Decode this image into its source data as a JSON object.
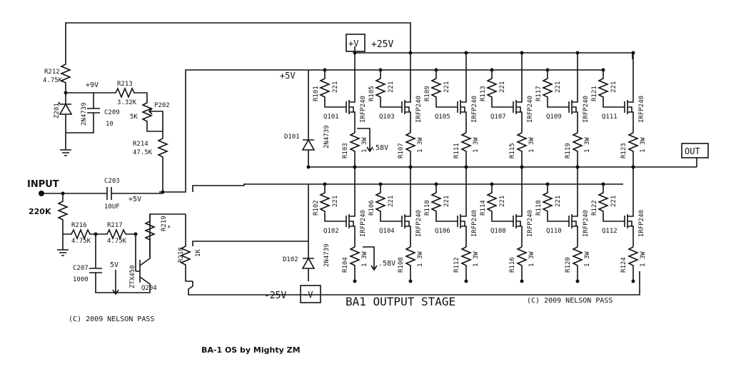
{
  "schematic": {
    "title": "BA1 OUTPUT STAGE",
    "caption": "BA-1 OS by Mighty ZM",
    "copyright_left": "(C) 2009 NELSON PASS",
    "copyright_right": "(C) 2009 NELSON PASS",
    "terminals": {
      "input": "INPUT",
      "out": "OUT",
      "pos_rail_box": "+V",
      "pos_rail_voltage": "+25V",
      "neg_rail_box": "-V",
      "neg_rail_voltage": "-25V"
    },
    "bias_network": [
      {
        "ref": "R212",
        "value": "4.75K"
      },
      {
        "ref": "Z201",
        "value": "2N4739"
      },
      {
        "ref": "C209",
        "value": "10"
      },
      {
        "ref": "R213",
        "value": "3.32K"
      },
      {
        "ref": "P202",
        "value": "5K"
      },
      {
        "ref": "R214",
        "value": "47.5K"
      },
      {
        "ref": "C203",
        "value": "10UF"
      },
      {
        "ref": "R216",
        "value": "4.75K"
      },
      {
        "ref": "R217",
        "value": "4.75K"
      },
      {
        "ref": "R219",
        "value": "*"
      },
      {
        "ref": "R218",
        "value": "1K"
      },
      {
        "ref": "C207",
        "value": "1000"
      },
      {
        "ref": "Q204",
        "value": "ZTX450"
      },
      {
        "ref": "D101",
        "value": "2N4739"
      },
      {
        "ref": "D102",
        "value": "2N4739"
      }
    ],
    "input_resistor": "220K",
    "node_labels": {
      "plus9v": "+9V",
      "plus5v_top": "+5V",
      "plus5v_mid": "+5V",
      "five_v_arrow": "5V",
      "v_top": ".58V",
      "v_bottom": ".58V"
    },
    "mosfet_type": "IRFP240",
    "upper_devices": [
      {
        "gate_r": "R101",
        "gate_r_value": "221",
        "fet": "Q101",
        "source_r": "R103",
        "source_r_value": "1 3W"
      },
      {
        "gate_r": "R105",
        "gate_r_value": "221",
        "fet": "Q103",
        "source_r": "R107",
        "source_r_value": "1 3W"
      },
      {
        "gate_r": "R109",
        "gate_r_value": "221",
        "fet": "Q105",
        "source_r": "R111",
        "source_r_value": "1 3W"
      },
      {
        "gate_r": "R113",
        "gate_r_value": "221",
        "fet": "Q107",
        "source_r": "R115",
        "source_r_value": "1 3W"
      },
      {
        "gate_r": "R117",
        "gate_r_value": "221",
        "fet": "Q109",
        "source_r": "R119",
        "source_r_value": "1 3W"
      },
      {
        "gate_r": "R121",
        "gate_r_value": "221",
        "fet": "Q111",
        "source_r": "R123",
        "source_r_value": "1 3W"
      }
    ],
    "lower_devices": [
      {
        "gate_r": "R102",
        "gate_r_value": "221",
        "fet": "Q102",
        "source_r": "R104",
        "source_r_value": "1 3W"
      },
      {
        "gate_r": "R106",
        "gate_r_value": "221",
        "fet": "Q104",
        "source_r": "R108",
        "source_r_value": "1 3W"
      },
      {
        "gate_r": "R110",
        "gate_r_value": "221",
        "fet": "Q106",
        "source_r": "R112",
        "source_r_value": "1 3W"
      },
      {
        "gate_r": "R114",
        "gate_r_value": "221",
        "fet": "Q108",
        "source_r": "R116",
        "source_r_value": "1 3W"
      },
      {
        "gate_r": "R118",
        "gate_r_value": "221",
        "fet": "Q110",
        "source_r": "R120",
        "source_r_value": "1 3W"
      },
      {
        "gate_r": "R122",
        "gate_r_value": "221",
        "fet": "Q112",
        "source_r": "R124",
        "source_r_value": "1 3W"
      }
    ]
  }
}
